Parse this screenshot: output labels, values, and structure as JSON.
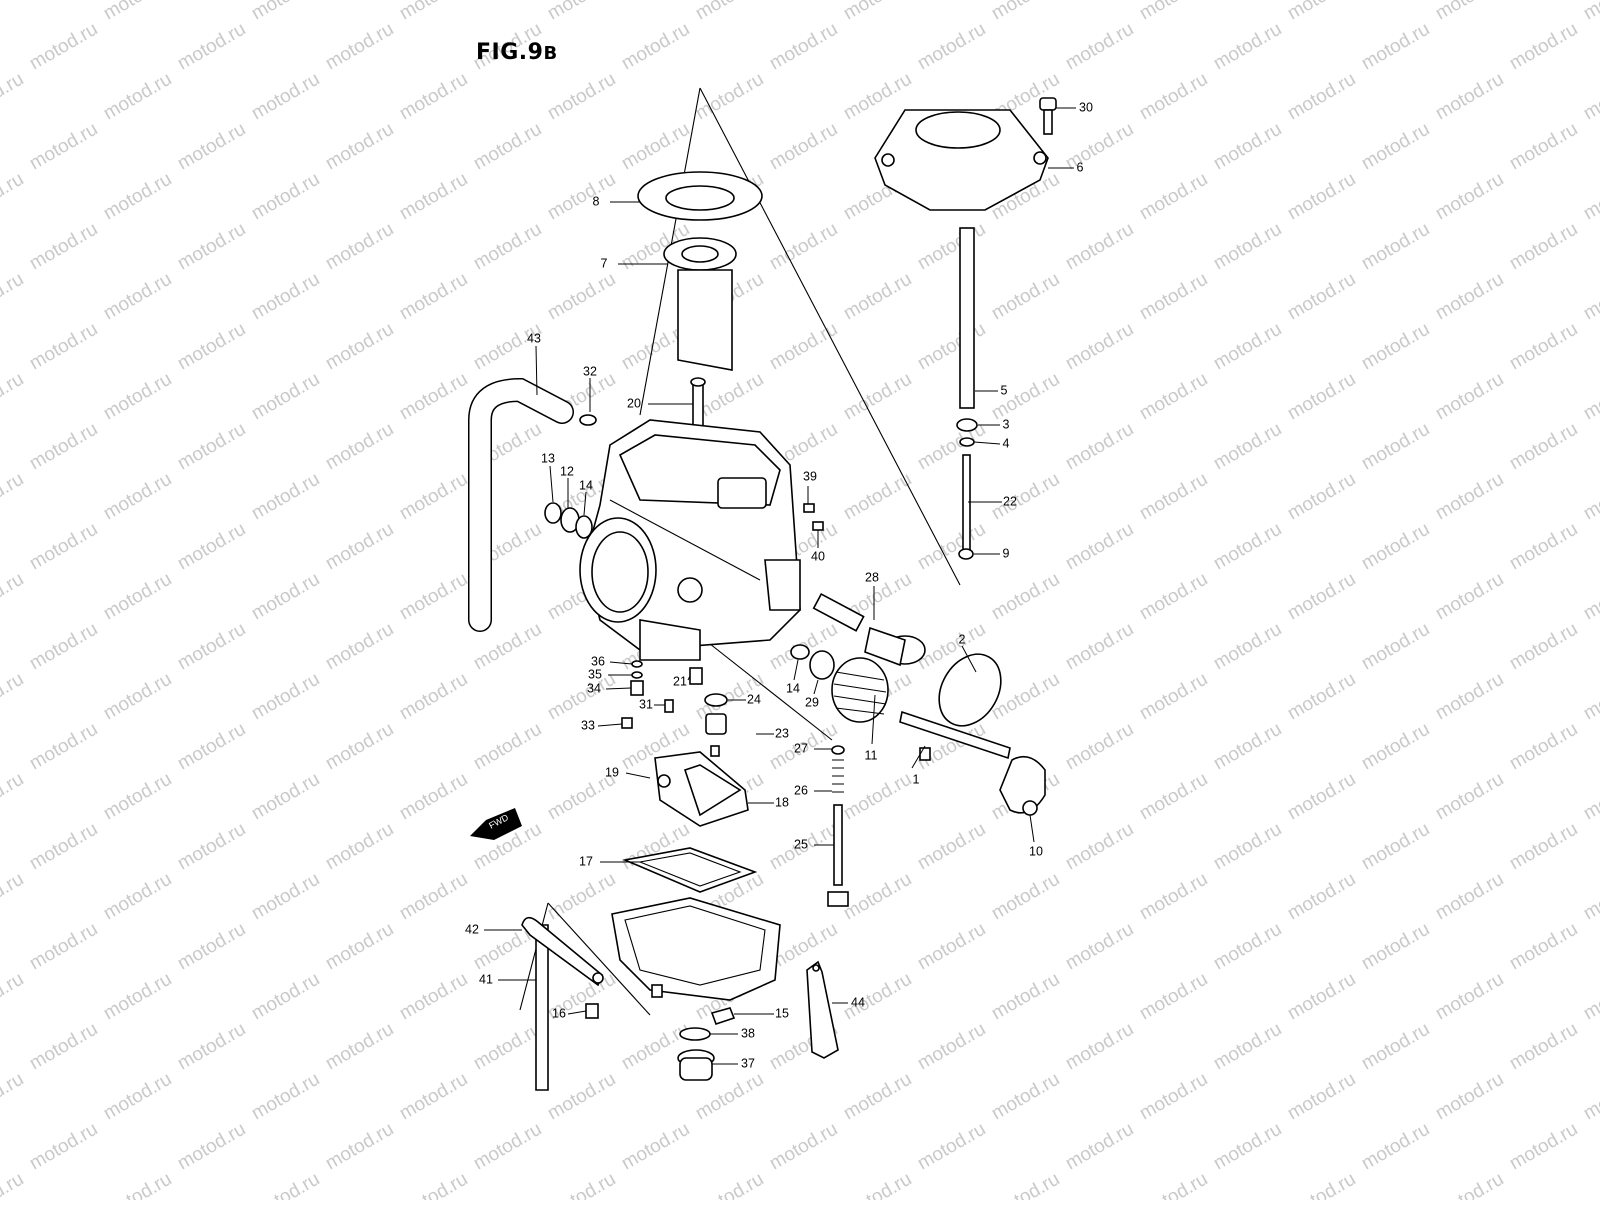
{
  "figure": {
    "title": "FIG.9",
    "suffix": "B"
  },
  "watermark": {
    "text": "motod.ru",
    "color": "#c9c9c9"
  },
  "fwd_badge": "FWD",
  "part_numbers": [
    "1",
    "2",
    "3",
    "4",
    "5",
    "6",
    "7",
    "8",
    "9",
    "10",
    "11",
    "12",
    "13",
    "14",
    "14",
    "15",
    "16",
    "17",
    "18",
    "19",
    "20",
    "21",
    "22",
    "23",
    "24",
    "25",
    "26",
    "27",
    "28",
    "29",
    "30",
    "31",
    "32",
    "33",
    "34",
    "35",
    "36",
    "37",
    "38",
    "39",
    "40",
    "41",
    "42",
    "43",
    "44"
  ]
}
